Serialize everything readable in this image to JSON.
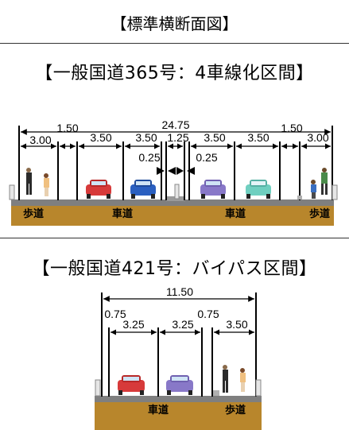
{
  "page_title": "【標準横断面図】",
  "section1": {
    "heading": "【一般国道365号：4車線化区間】",
    "total_width": "24.75",
    "dims": [
      "3.00",
      "1.50",
      "3.50",
      "3.50",
      "1.25",
      "3.50",
      "3.50",
      "1.50",
      "3.00"
    ],
    "center_dims": [
      "0.25",
      "0.25"
    ],
    "ground_labels": [
      "歩道",
      "車道",
      "車道",
      "歩道"
    ]
  },
  "section2": {
    "heading": "【一般国道421号：バイパス区間】",
    "total_width": "11.50",
    "dims": [
      "0.75",
      "3.25",
      "3.25",
      "0.75",
      "3.50"
    ],
    "ground_labels": [
      "車道",
      "歩道"
    ]
  },
  "colors": {
    "ground": "#b8862c",
    "road": "#7f7f7f",
    "car_red": "#d73a3a",
    "car_blue": "#2a5fc0",
    "car_purple": "#8878c8",
    "car_teal": "#6fcfc0"
  }
}
